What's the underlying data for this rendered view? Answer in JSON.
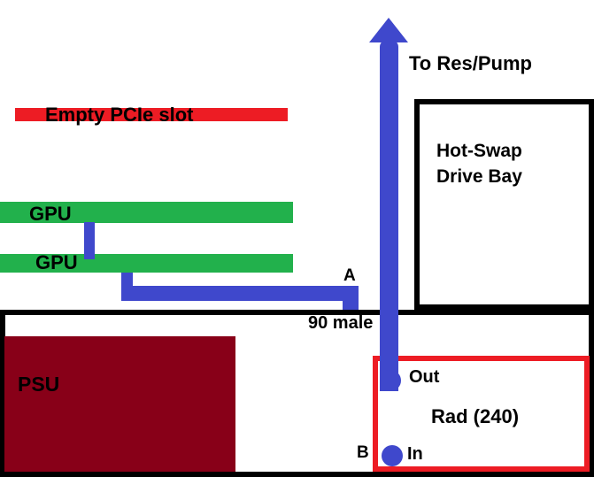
{
  "diagram": {
    "title": "watercooling-loop-layout",
    "background": "#ffffff",
    "colors": {
      "slot_red": "#ED1C24",
      "gpu_green": "#22B14C",
      "tube_blue": "#3F48CC",
      "psu_dark_red": "#880018",
      "outline_black": "#000000"
    },
    "components": {
      "empty_pcie_slot": {
        "label": "Empty PCIe slot",
        "color": "#ED1C24"
      },
      "gpu_top": {
        "label": "GPU",
        "color": "#22B14C"
      },
      "gpu_bottom": {
        "label": "GPU",
        "color": "#22B14C"
      },
      "psu": {
        "label": "PSU",
        "color": "#880018"
      },
      "hot_swap_bay": {
        "line1": "Hot-Swap",
        "line2": "Drive Bay"
      },
      "radiator": {
        "label": "Rad (240)",
        "border_color": "#ED1C24"
      }
    },
    "tubing": {
      "color": "#3F48CC",
      "destination_label": "To Res/Pump",
      "point_a_label": "A",
      "point_b_label": "B",
      "fitting_label": "90 male",
      "out_port_label": "Out",
      "in_port_label": "In"
    }
  }
}
